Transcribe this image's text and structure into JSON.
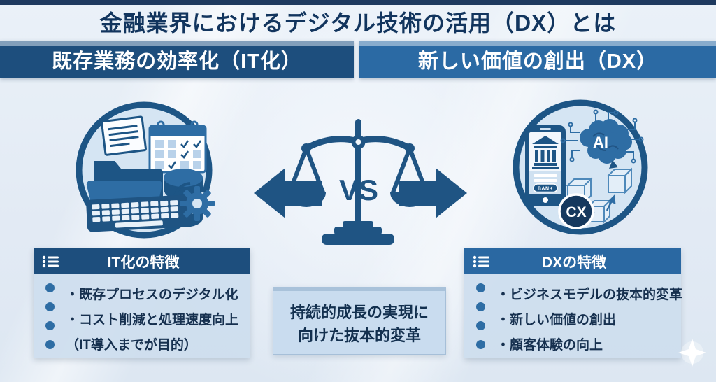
{
  "title": "金融業界におけるデジタル技術の活用（DX）とは",
  "columns": {
    "left": {
      "header": "既存業務の効率化（IT化）",
      "features": {
        "title": "IT化の特徴",
        "items": [
          "・既存プロセスのデジタル化",
          "・コスト削減と処理速度向上",
          "（IT導入までが目的）"
        ]
      }
    },
    "right": {
      "header": "新しい価値の創出（DX）",
      "features": {
        "title": "DXの特徴",
        "items": [
          "・ビジネスモデルの抜本的変革",
          "・新しい価値の創出",
          "・顧客体験の向上"
        ]
      }
    }
  },
  "center": {
    "vs_label": "VS",
    "bottom_box": {
      "line1": "持続的成長の実現に",
      "line2": "向けた抜本的変革"
    }
  },
  "illustrations": {
    "left": {
      "name": "it-tools",
      "icons": [
        "document-icon",
        "calendar-icon",
        "folder-icon",
        "database-icon",
        "keyboard-icon",
        "gear-icon"
      ]
    },
    "right": {
      "name": "dx-technologies",
      "icons": [
        "smartphone-icon",
        "bank-icon",
        "ai-brain-icon",
        "blockchain-cubes-icon",
        "cx-badge-icon"
      ],
      "bank_label": "BANK",
      "ai_label": "AI",
      "cx_label": "CX"
    },
    "scale": {
      "name": "balance-scale-vs-arrows"
    }
  },
  "colors": {
    "top_strip": "#1e3a5f",
    "header_left": "#1d4e7d",
    "header_right": "#2b6aa4",
    "icon_primary": "#1f5483",
    "icon_secondary": "#2e6da4",
    "panel_body": "#cdddee",
    "center_box": "#c9dcef",
    "text_dark": "#14304f",
    "background": "#e6edf6"
  }
}
